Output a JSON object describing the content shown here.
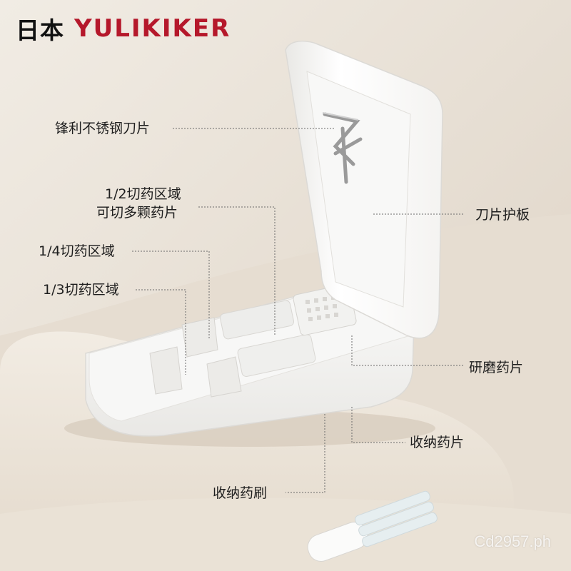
{
  "brand": {
    "prefix": "日本",
    "name": "YULIKIKER"
  },
  "callouts": {
    "blade": "锋利不锈钢刀片",
    "half_line1": "1/2切药区域",
    "half_line2": "可切多颗药片",
    "quarter": "1/4切药区域",
    "third": "1/3切药区域",
    "guard": "刀片护板",
    "grind": "研磨药片",
    "storage": "收纳药片",
    "brush": "收纳药刷"
  },
  "watermark": "Cd2957.ph",
  "colors": {
    "brand_red": "#b5182b",
    "background": "#e8e1d7",
    "product": "#fbfbfa",
    "text": "#1e1e1e"
  }
}
